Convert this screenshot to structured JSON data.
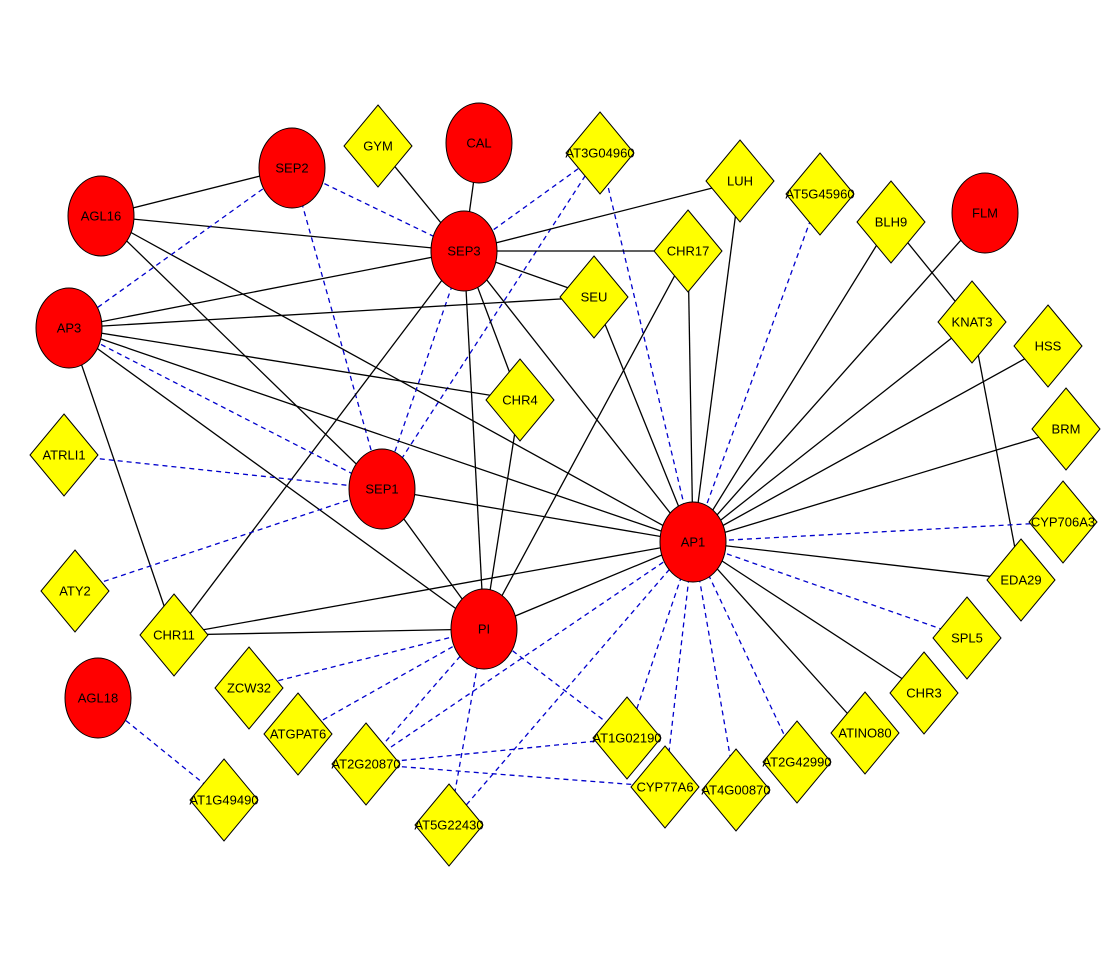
{
  "colors": {
    "gene_circle": "#ff0000",
    "gene_diamond": "#ffff00",
    "solid_edge": "#000000",
    "dashed_edge": "#0000cc"
  },
  "nodes": [
    {
      "id": "AGL16",
      "label": "AGL16",
      "shape": "circle"
    },
    {
      "id": "SEP2",
      "label": "SEP2",
      "shape": "circle"
    },
    {
      "id": "GYM",
      "label": "GYM",
      "shape": "diamond"
    },
    {
      "id": "CAL",
      "label": "CAL",
      "shape": "circle"
    },
    {
      "id": "AT3G04960",
      "label": "AT3G04960",
      "shape": "diamond"
    },
    {
      "id": "LUH",
      "label": "LUH",
      "shape": "diamond"
    },
    {
      "id": "AT5G45960",
      "label": "AT5G45960",
      "shape": "diamond"
    },
    {
      "id": "BLH9",
      "label": "BLH9",
      "shape": "diamond"
    },
    {
      "id": "FLM",
      "label": "FLM",
      "shape": "circle"
    },
    {
      "id": "SEP3",
      "label": "SEP3",
      "shape": "circle"
    },
    {
      "id": "CHR17",
      "label": "CHR17",
      "shape": "diamond"
    },
    {
      "id": "AP3",
      "label": "AP3",
      "shape": "circle"
    },
    {
      "id": "SEU",
      "label": "SEU",
      "shape": "diamond"
    },
    {
      "id": "KNAT3",
      "label": "KNAT3",
      "shape": "diamond"
    },
    {
      "id": "HSS",
      "label": "HSS",
      "shape": "diamond"
    },
    {
      "id": "CHR4",
      "label": "CHR4",
      "shape": "diamond"
    },
    {
      "id": "BRM",
      "label": "BRM",
      "shape": "diamond"
    },
    {
      "id": "ATRLI1",
      "label": "ATRLI1",
      "shape": "diamond"
    },
    {
      "id": "SEP1",
      "label": "SEP1",
      "shape": "circle"
    },
    {
      "id": "AP1",
      "label": "AP1",
      "shape": "circle"
    },
    {
      "id": "CYP706A3",
      "label": "CYP706A3",
      "shape": "diamond"
    },
    {
      "id": "EDA29",
      "label": "EDA29",
      "shape": "diamond"
    },
    {
      "id": "ATY2",
      "label": "ATY2",
      "shape": "diamond"
    },
    {
      "id": "CHR11",
      "label": "CHR11",
      "shape": "diamond"
    },
    {
      "id": "PI",
      "label": "PI",
      "shape": "circle"
    },
    {
      "id": "SPL5",
      "label": "SPL5",
      "shape": "diamond"
    },
    {
      "id": "ZCW32",
      "label": "ZCW32",
      "shape": "diamond"
    },
    {
      "id": "AGL18",
      "label": "AGL18",
      "shape": "circle"
    },
    {
      "id": "CHR3",
      "label": "CHR3",
      "shape": "diamond"
    },
    {
      "id": "ATGPAT6",
      "label": "ATGPAT6",
      "shape": "diamond"
    },
    {
      "id": "ATINO80",
      "label": "ATINO80",
      "shape": "diamond"
    },
    {
      "id": "AT1G02190",
      "label": "AT1G02190",
      "shape": "diamond"
    },
    {
      "id": "AT2G42990",
      "label": "AT2G42990",
      "shape": "diamond"
    },
    {
      "id": "AT2G20870",
      "label": "AT2G20870",
      "shape": "diamond"
    },
    {
      "id": "CYP77A6",
      "label": "CYP77A6",
      "shape": "diamond"
    },
    {
      "id": "AT4G00870",
      "label": "AT4G00870",
      "shape": "diamond"
    },
    {
      "id": "AT1G49490",
      "label": "AT1G49490",
      "shape": "diamond"
    },
    {
      "id": "AT5G22430",
      "label": "AT5G22430",
      "shape": "diamond"
    }
  ],
  "edges": [
    {
      "from": "AGL16",
      "to": "SEP2",
      "style": "solid"
    },
    {
      "from": "AGL16",
      "to": "SEP3",
      "style": "solid"
    },
    {
      "from": "AGL16",
      "to": "SEP1",
      "style": "solid"
    },
    {
      "from": "AGL16",
      "to": "AP1",
      "style": "solid"
    },
    {
      "from": "SEP2",
      "to": "AP3",
      "style": "dashed"
    },
    {
      "from": "SEP2",
      "to": "SEP3",
      "style": "dashed"
    },
    {
      "from": "SEP2",
      "to": "SEP1",
      "style": "dashed"
    },
    {
      "from": "GYM",
      "to": "SEP3",
      "style": "solid"
    },
    {
      "from": "CAL",
      "to": "SEP3",
      "style": "solid"
    },
    {
      "from": "AT3G04960",
      "to": "SEP3",
      "style": "dashed"
    },
    {
      "from": "AT3G04960",
      "to": "SEP1",
      "style": "dashed"
    },
    {
      "from": "AT3G04960",
      "to": "AP1",
      "style": "dashed"
    },
    {
      "from": "LUH",
      "to": "SEP3",
      "style": "solid"
    },
    {
      "from": "LUH",
      "to": "AP1",
      "style": "solid"
    },
    {
      "from": "AT5G45960",
      "to": "AP1",
      "style": "dashed"
    },
    {
      "from": "BLH9",
      "to": "AP1",
      "style": "solid"
    },
    {
      "from": "BLH9",
      "to": "KNAT3",
      "style": "solid"
    },
    {
      "from": "FLM",
      "to": "AP1",
      "style": "solid"
    },
    {
      "from": "SEP3",
      "to": "CHR17",
      "style": "solid"
    },
    {
      "from": "SEP3",
      "to": "AP3",
      "style": "solid"
    },
    {
      "from": "SEP3",
      "to": "SEU",
      "style": "solid"
    },
    {
      "from": "SEP3",
      "to": "CHR4",
      "style": "solid"
    },
    {
      "from": "SEP3",
      "to": "SEP1",
      "style": "dashed"
    },
    {
      "from": "SEP3",
      "to": "AP1",
      "style": "solid"
    },
    {
      "from": "SEP3",
      "to": "PI",
      "style": "solid"
    },
    {
      "from": "SEP3",
      "to": "CHR11",
      "style": "solid"
    },
    {
      "from": "CHR17",
      "to": "AP1",
      "style": "solid"
    },
    {
      "from": "CHR17",
      "to": "PI",
      "style": "solid"
    },
    {
      "from": "AP3",
      "to": "SEU",
      "style": "solid"
    },
    {
      "from": "AP3",
      "to": "CHR4",
      "style": "solid"
    },
    {
      "from": "AP3",
      "to": "SEP1",
      "style": "dashed"
    },
    {
      "from": "AP3",
      "to": "AP1",
      "style": "solid"
    },
    {
      "from": "AP3",
      "to": "PI",
      "style": "solid"
    },
    {
      "from": "AP3",
      "to": "CHR11",
      "style": "solid"
    },
    {
      "from": "SEU",
      "to": "AP1",
      "style": "solid"
    },
    {
      "from": "KNAT3",
      "to": "AP1",
      "style": "solid"
    },
    {
      "from": "KNAT3",
      "to": "EDA29",
      "style": "solid"
    },
    {
      "from": "HSS",
      "to": "AP1",
      "style": "solid"
    },
    {
      "from": "CHR4",
      "to": "PI",
      "style": "solid"
    },
    {
      "from": "BRM",
      "to": "AP1",
      "style": "solid"
    },
    {
      "from": "ATRLI1",
      "to": "SEP1",
      "style": "dashed"
    },
    {
      "from": "SEP1",
      "to": "AP1",
      "style": "solid"
    },
    {
      "from": "SEP1",
      "to": "PI",
      "style": "solid"
    },
    {
      "from": "SEP1",
      "to": "ATY2",
      "style": "dashed"
    },
    {
      "from": "AP1",
      "to": "CYP706A3",
      "style": "dashed"
    },
    {
      "from": "AP1",
      "to": "EDA29",
      "style": "solid"
    },
    {
      "from": "AP1",
      "to": "SPL5",
      "style": "dashed"
    },
    {
      "from": "AP1",
      "to": "CHR3",
      "style": "solid"
    },
    {
      "from": "AP1",
      "to": "ATINO80",
      "style": "solid"
    },
    {
      "from": "AP1",
      "to": "AT2G42990",
      "style": "dashed"
    },
    {
      "from": "AP1",
      "to": "AT4G00870",
      "style": "dashed"
    },
    {
      "from": "AP1",
      "to": "CYP77A6",
      "style": "dashed"
    },
    {
      "from": "AP1",
      "to": "AT1G02190",
      "style": "dashed"
    },
    {
      "from": "AP1",
      "to": "AT2G20870",
      "style": "dashed"
    },
    {
      "from": "AP1",
      "to": "AT5G22430",
      "style": "dashed"
    },
    {
      "from": "AP1",
      "to": "PI",
      "style": "solid"
    },
    {
      "from": "AP1",
      "to": "CHR11",
      "style": "solid"
    },
    {
      "from": "CHR11",
      "to": "PI",
      "style": "solid"
    },
    {
      "from": "PI",
      "to": "ZCW32",
      "style": "dashed"
    },
    {
      "from": "PI",
      "to": "ATGPAT6",
      "style": "dashed"
    },
    {
      "from": "PI",
      "to": "AT2G20870",
      "style": "dashed"
    },
    {
      "from": "PI",
      "to": "AT5G22430",
      "style": "dashed"
    },
    {
      "from": "PI",
      "to": "AT1G02190",
      "style": "dashed"
    },
    {
      "from": "AT2G20870",
      "to": "AT1G02190",
      "style": "dashed"
    },
    {
      "from": "AT2G20870",
      "to": "CYP77A6",
      "style": "dashed"
    },
    {
      "from": "AGL18",
      "to": "AT1G49490",
      "style": "dashed"
    }
  ]
}
